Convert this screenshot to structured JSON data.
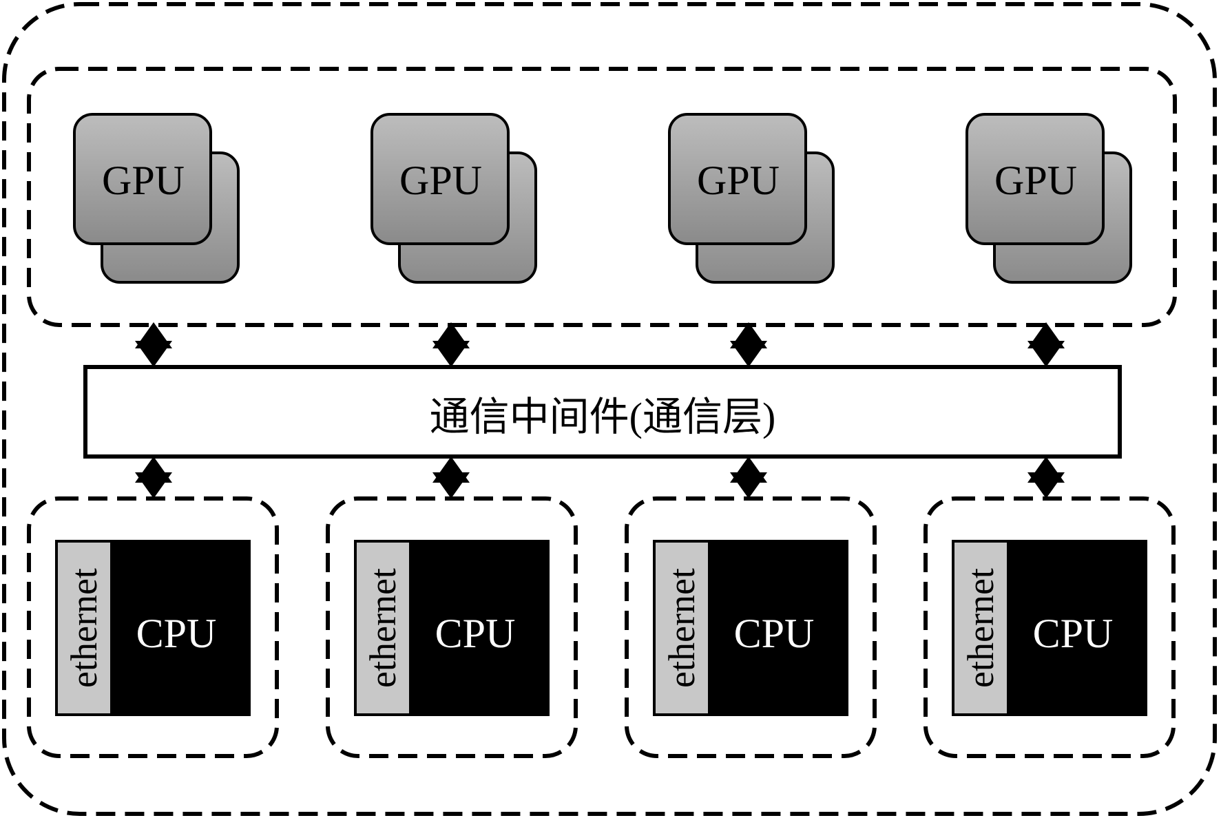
{
  "diagram": {
    "gpu_units": [
      {
        "label": "GPU"
      },
      {
        "label": "GPU"
      },
      {
        "label": "GPU"
      },
      {
        "label": "GPU"
      }
    ],
    "middleware": {
      "label": "通信中间件(通信层)"
    },
    "cpu_nodes": [
      {
        "cpu_label": "CPU",
        "nic_label": "ethernet"
      },
      {
        "cpu_label": "CPU",
        "nic_label": "ethernet"
      },
      {
        "cpu_label": "CPU",
        "nic_label": "ethernet"
      },
      {
        "cpu_label": "CPU",
        "nic_label": "ethernet"
      }
    ],
    "colors": {
      "stroke": "#000000",
      "gpu_fill_top": "#bdbdbd",
      "gpu_fill_bottom": "#8a8a8a",
      "nic_fill": "#c8c8c8",
      "cpu_fill": "#000000",
      "cpu_text": "#ffffff",
      "background": "#ffffff"
    },
    "icons": {
      "arrow": "double-headed-arrow-icon"
    }
  }
}
